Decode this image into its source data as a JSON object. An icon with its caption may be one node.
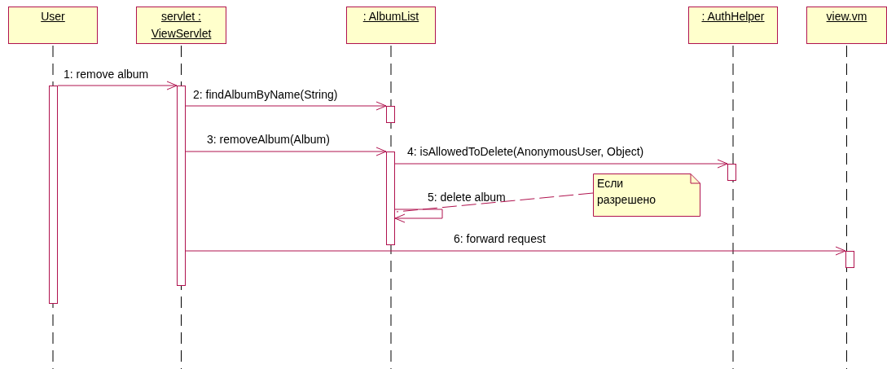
{
  "diagram": {
    "nodes": [
      {
        "text": [
          "User"
        ]
      },
      {
        "text": [
          "servlet : ViewServlet"
        ]
      },
      {
        "text": [
          ": AlbumList"
        ]
      },
      {
        "text": [
          ": AuthHelper"
        ]
      },
      {
        "text": [
          "view.vm"
        ]
      },
      {
        "text": [],
        "shape": "bar"
      },
      {
        "text": [],
        "shape": "bar"
      },
      {
        "text": [],
        "shape": "bar"
      },
      {
        "text": [],
        "shape": "bar"
      },
      {
        "text": [],
        "shape": "bar"
      },
      {
        "text": [],
        "shape": "bar"
      },
      {
        "text": [
          "Если разрешено"
        ]
      }
    ],
    "edges": [
      {
        "from": 5,
        "to": 6,
        "arrow": "to",
        "label": "1: remove album"
      },
      {
        "from": 6,
        "to": 7,
        "arrow": "to",
        "label": "2: findAlbumByName(String)"
      },
      {
        "from": 6,
        "to": 8,
        "arrow": "to",
        "label": "3: removeAlbum(Album)"
      },
      {
        "from": 8,
        "to": 9,
        "arrow": "to",
        "label": "4: isAllowedToDelete(AnonymousUser, Object)"
      },
      {
        "from": 8,
        "to": 8,
        "arrow": "to",
        "label": "5: delete album"
      },
      {
        "from": 6,
        "to": 10,
        "arrow": "to",
        "label": "6: forward request"
      },
      {
        "from": 11,
        "to": 8,
        "arrow": "none",
        "style": "dashed"
      }
    ]
  }
}
